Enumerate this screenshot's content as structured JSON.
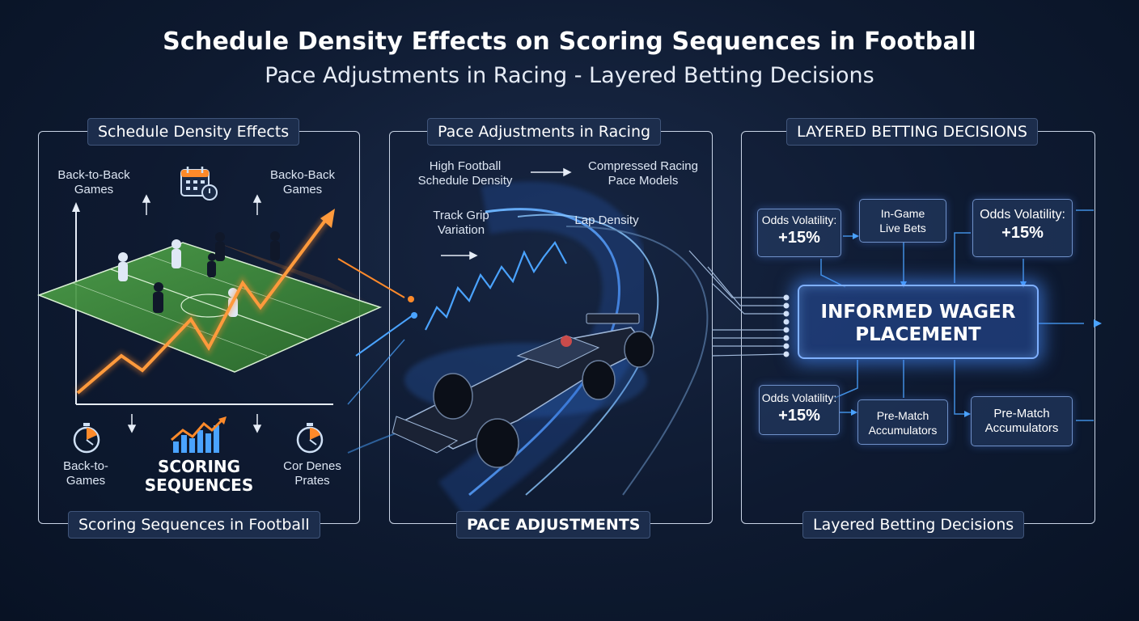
{
  "header": {
    "title": "Schedule Density Effects on Scoring Sequences in Football",
    "subtitle": "Pace Adjustments in Racing - Layered Betting Decisions"
  },
  "panel_schedule": {
    "top_tag": "Schedule Density Effects",
    "bottom_tag": "Scoring Sequences in Football",
    "label_top_left": [
      "Back-to-Back",
      "Games"
    ],
    "label_top_right": [
      "Backo-Back",
      "Games"
    ],
    "label_bottom_left": [
      "Back-to-",
      "Games"
    ],
    "center_label": [
      "SCORING",
      "SEQUENCES"
    ],
    "label_bottom_right": [
      "Cor Denes",
      "Prates"
    ],
    "icons": [
      "calendar-icon",
      "stopwatch-icon",
      "trend-chart-icon",
      "stopwatch-icon"
    ]
  },
  "panel_racing": {
    "top_tag": "Pace Adjustments in Racing",
    "bottom_tag": "PACE ADJUSTMENTS",
    "label_source": [
      "High Football",
      "Schedule Density"
    ],
    "label_target": [
      "Compressed Racing",
      "Pace Models"
    ],
    "label_grip": [
      "Track Grip",
      "Variation"
    ],
    "label_lap": "Lap Density"
  },
  "panel_betting": {
    "top_tag": "LAYERED BETTING DECISIONS",
    "bottom_tag": "Layered Betting Decisions",
    "box_odds_top_left": {
      "label": "Odds Volatility:",
      "value": "+15%"
    },
    "box_live": [
      "In-Game",
      "Live Bets"
    ],
    "box_odds_top_right": {
      "label": "Odds Volatility:",
      "value": "+15%"
    },
    "core": [
      "INFORMED WAGER",
      "PLACEMENT"
    ],
    "box_odds_bottom_left": {
      "label": "Odds Volatility:",
      "value": "+15%"
    },
    "box_prematch_1": [
      "Pre-Match",
      "Accumulators"
    ],
    "box_prematch_2": [
      "Pre-Match",
      "Accumulators"
    ]
  },
  "colors": {
    "background": "#0e1a30",
    "accent_orange": "#ff8a2a",
    "accent_blue": "#4aa3ff",
    "pitch_green": "#3f8f3a",
    "panel_border": "#c9d4e6"
  }
}
